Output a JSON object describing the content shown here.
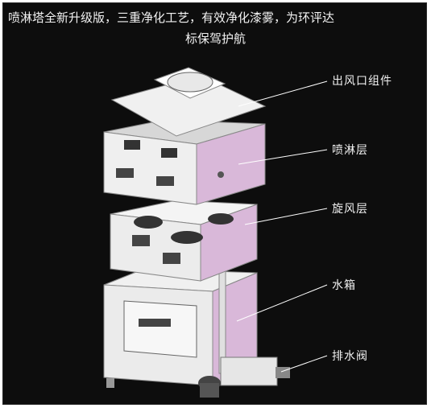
{
  "headline": {
    "line1": "喷淋塔全新升级版，三重净化工艺，有效净化漆雾，为环评达",
    "line2": "标保驾护航"
  },
  "callouts": {
    "outlet": "出风口组件",
    "spray": "喷淋层",
    "cyclone": "旋风层",
    "tank": "水箱",
    "valve": "排水阀"
  },
  "colors": {
    "background": "#0d0d0d",
    "panel": "#e7e7e7",
    "pink": "#d9b8d9",
    "line": "#ffffff"
  }
}
